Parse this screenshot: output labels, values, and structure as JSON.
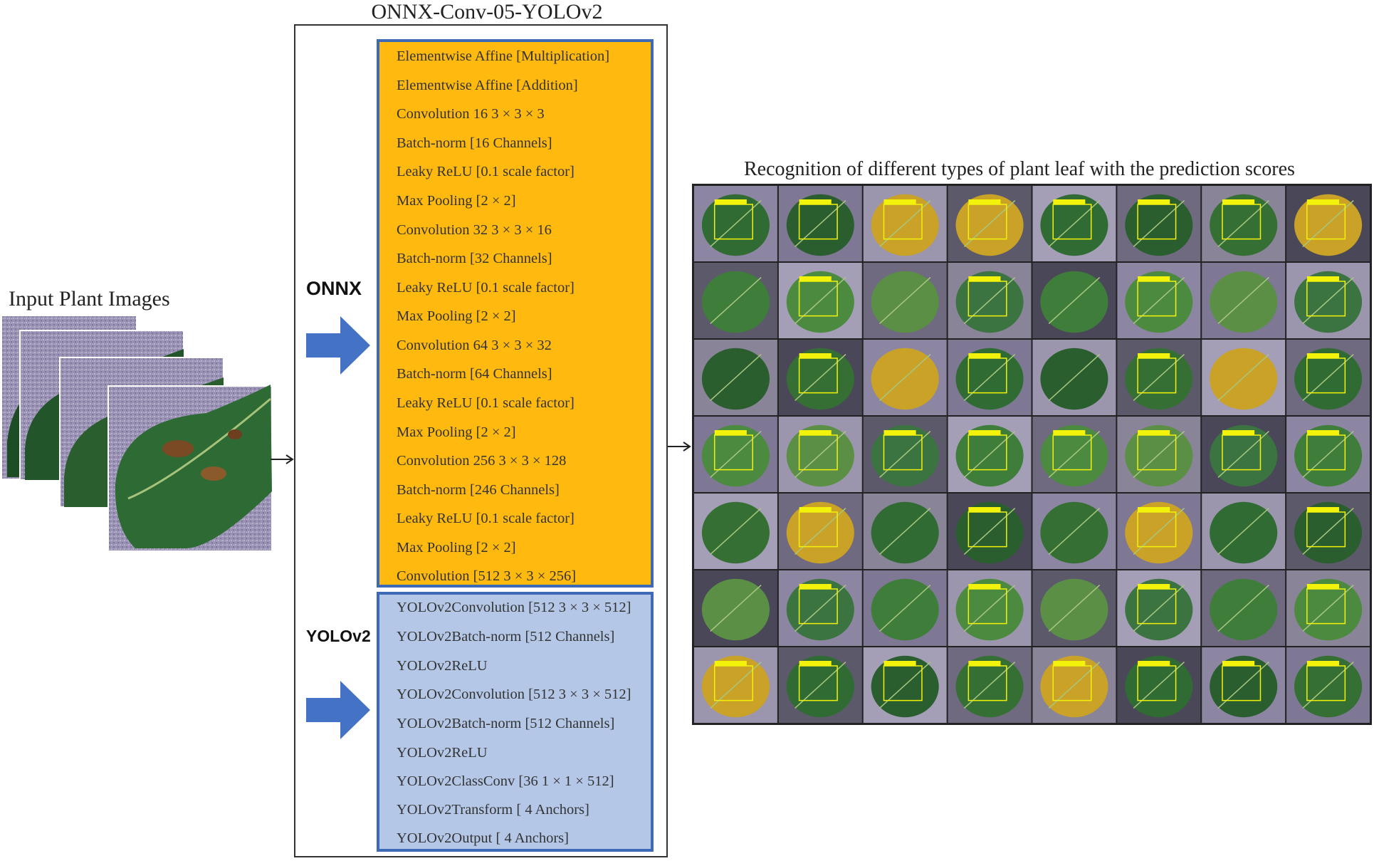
{
  "input": {
    "title": "Input Plant Images"
  },
  "architecture": {
    "title": "ONNX-Conv-05-YOLOv2",
    "onnx_label": "ONNX",
    "yolo_label": "YOLOv2",
    "onnx_layers": [
      "Elementwise Affine [Multiplication]",
      "Elementwise Affine [Addition]",
      "Convolution 16 3 × 3 × 3",
      "Batch-norm [16 Channels]",
      "Leaky ReLU [0.1 scale factor]",
      "Max Pooling [2 × 2]",
      "Convolution 32 3 × 3 × 16",
      "Batch-norm [32 Channels]",
      "Leaky ReLU [0.1 scale factor]",
      "Max Pooling [2 × 2]",
      "Convolution 64 3 × 3 × 32",
      "Batch-norm [64 Channels]",
      "Leaky ReLU [0.1 scale factor]",
      "Max Pooling [2 × 2]",
      "Convolution 256 3 × 3 × 128",
      "Batch-norm [246 Channels]",
      "Leaky ReLU [0.1 scale factor]",
      "Max Pooling [2 × 2]",
      "Convolution [512 3 × 3 × 256]"
    ],
    "yolo_layers": [
      "YOLOv2Convolution [512 3 × 3 × 512]",
      "YOLOv2Batch-norm [512 Channels]",
      "YOLOv2ReLU",
      "YOLOv2Convolution [512 3 × 3 × 512]",
      "YOLOv2Batch-norm [512 Channels]",
      "YOLOv2ReLU",
      "YOLOv2ClassConv [36 1 × 1 × 512]",
      "YOLOv2Transform [ 4 Anchors]",
      "YOLOv2Output [ 4 Anchors]"
    ]
  },
  "results": {
    "title": "Recognition of different types of plant leaf with the prediction scores",
    "grid_rows": 7,
    "grid_cols": 8
  },
  "colors": {
    "onnx_fill": "#FFB90F",
    "yolo_fill": "#B4C7E7",
    "box_border": "#3C6AB7",
    "arrow_fill": "#4472C4",
    "bbox_yellow": "#F2F20A"
  }
}
